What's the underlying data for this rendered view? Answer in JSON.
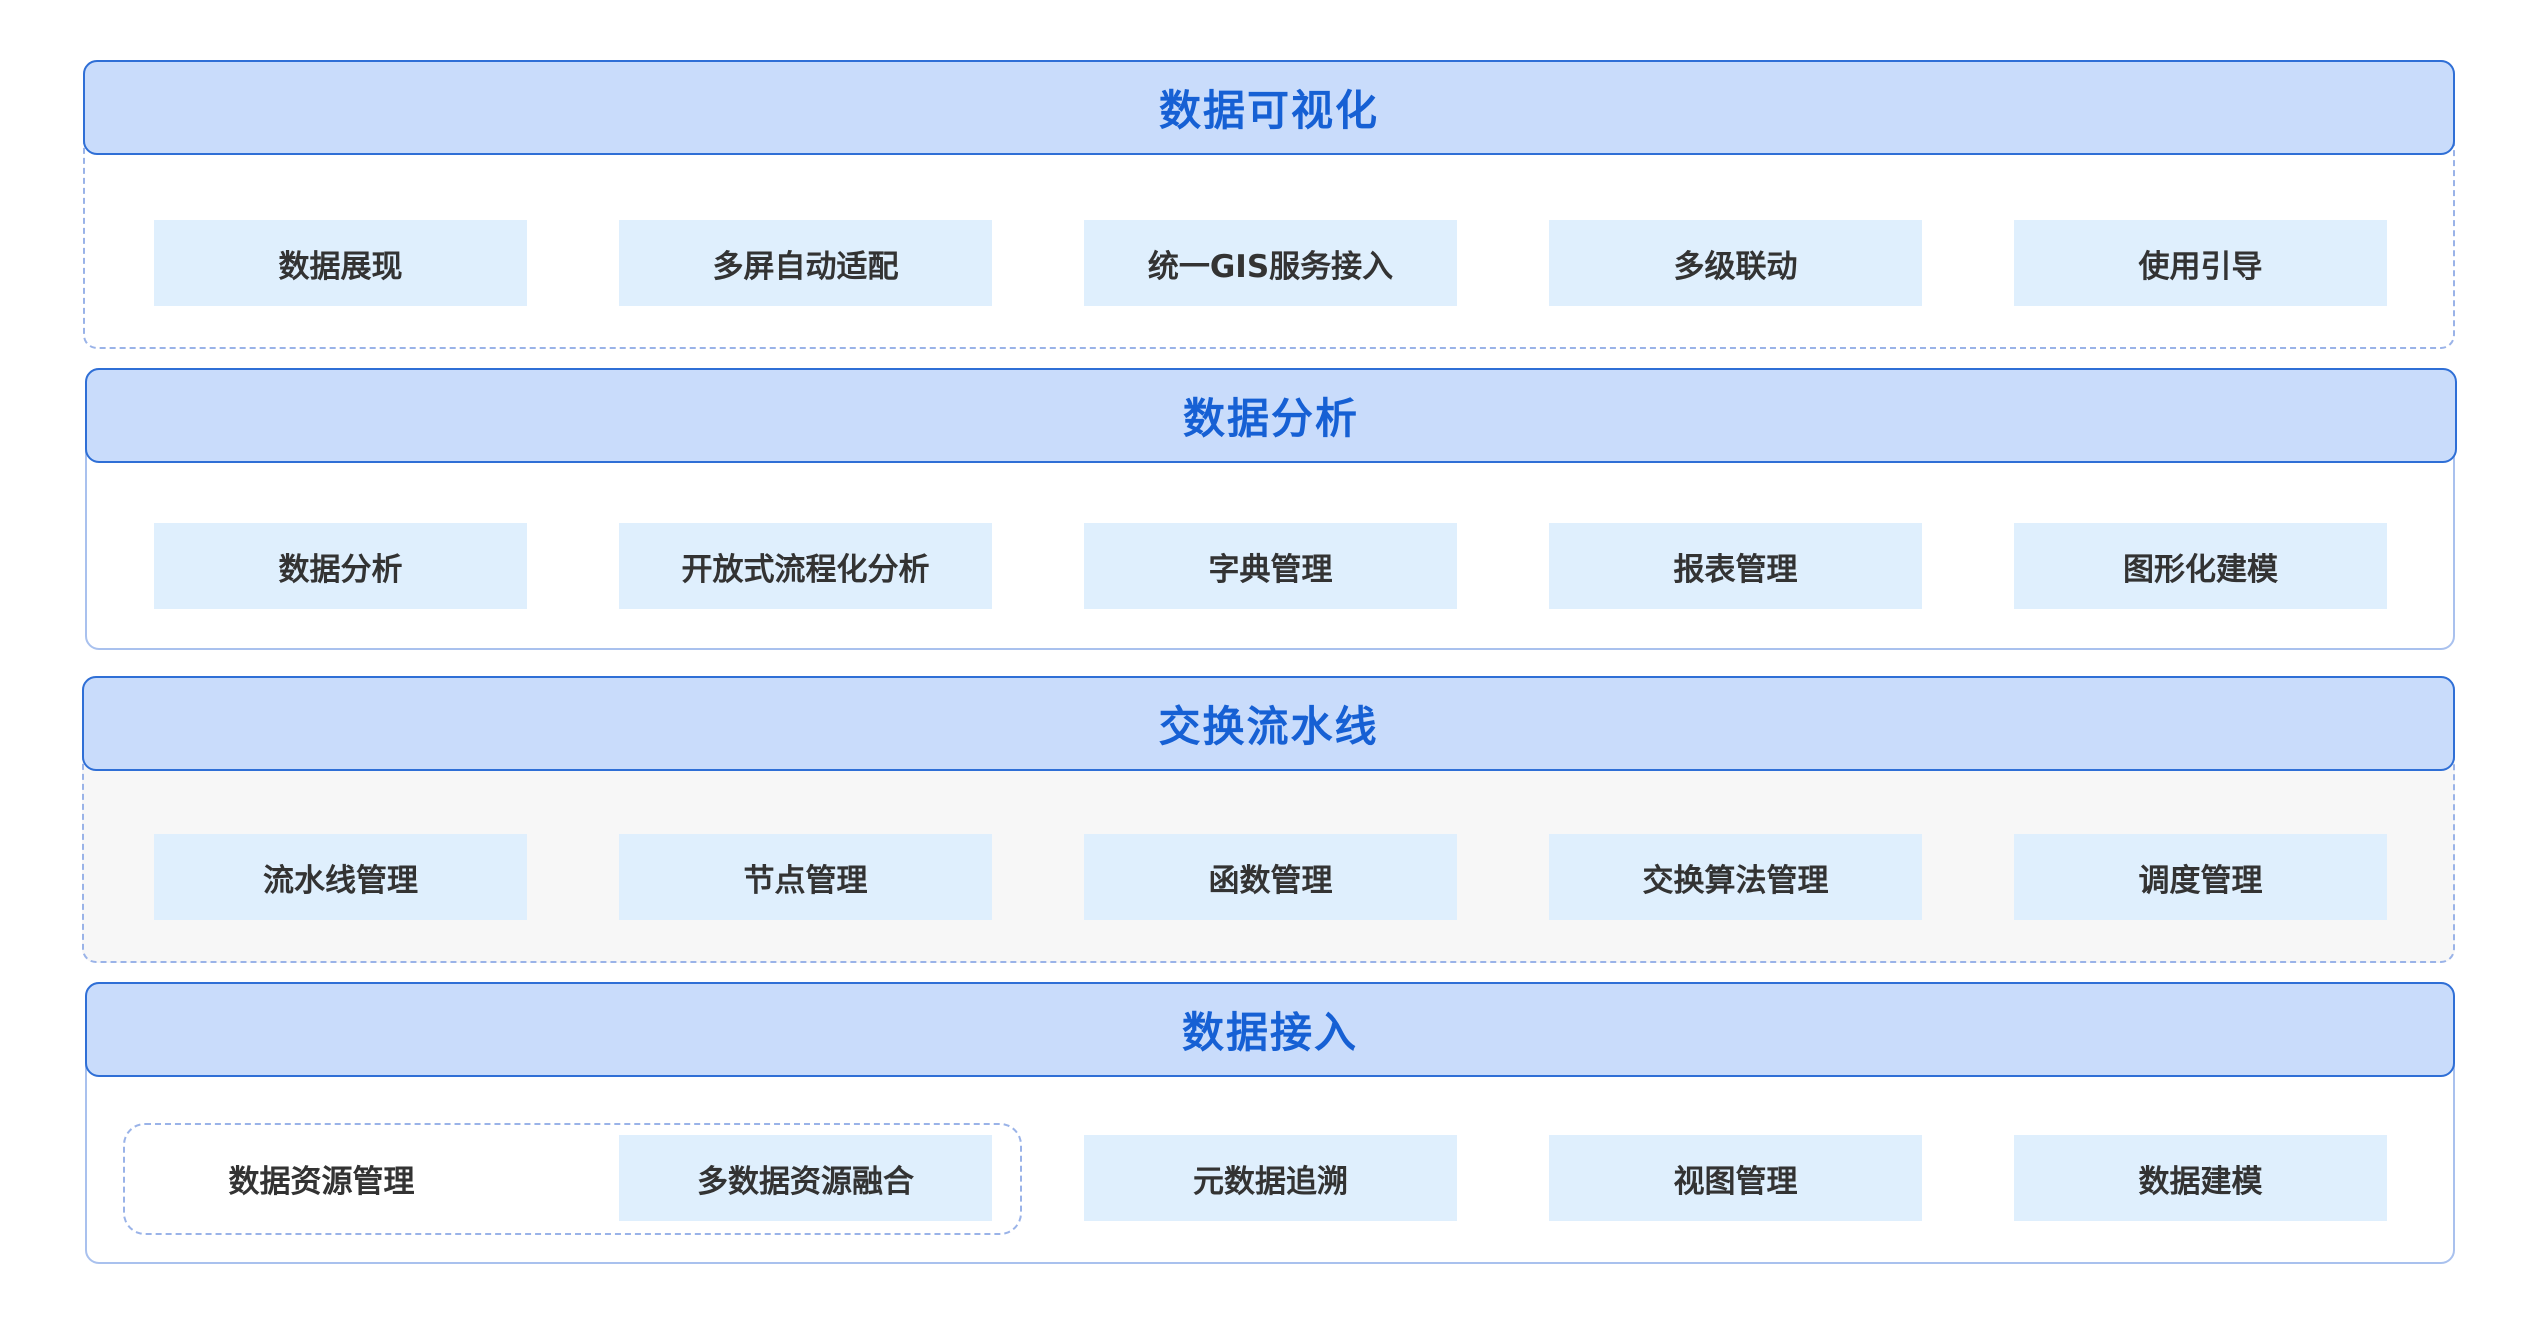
{
  "layers": [
    {
      "title": "数据可视化",
      "items": [
        "数据展现",
        "多屏自动适配",
        "统一GIS服务接入",
        "多级联动",
        "使用引导"
      ]
    },
    {
      "title": "数据分析",
      "items": [
        "数据分析",
        "开放式流程化分析",
        "字典管理",
        "报表管理",
        "图形化建模"
      ]
    },
    {
      "title": "交换流水线",
      "items": [
        "流水线管理",
        "节点管理",
        "函数管理",
        "交换算法管理",
        "调度管理"
      ]
    },
    {
      "title": "数据接入",
      "items": [
        "数据资源管理",
        "多数据资源融合",
        "元数据追溯",
        "视图管理",
        "数据建模"
      ]
    }
  ],
  "colors": {
    "header_fill": "#c9dcfb",
    "header_border": "#2f6fd6",
    "header_text": "#1660d4",
    "item_fill": "#dfeffd",
    "item_text": "#333333",
    "dashed_border": "#9ab3e8"
  }
}
